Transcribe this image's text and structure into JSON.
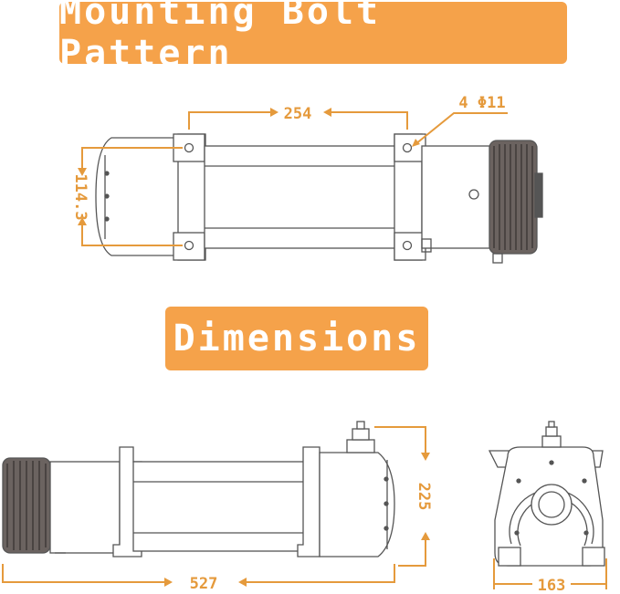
{
  "titles": {
    "mounting": "Mounting Bolt Pattern",
    "dimensions": "Dimensions"
  },
  "dims": {
    "bolt_spacing": "254",
    "bolt_hole": "4 Φ11",
    "bolt_height": "114.3",
    "height": "225",
    "length": "527",
    "width": "163"
  },
  "colors": {
    "accent": "#f5a24a",
    "dimension": "#e59a3c",
    "line": "#555555"
  }
}
